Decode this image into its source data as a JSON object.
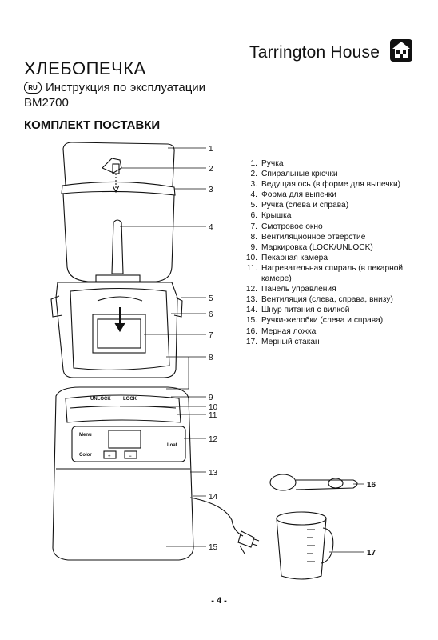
{
  "header": {
    "brand": "Tarrington House",
    "logo_icon": "house-logo-icon"
  },
  "title": "ХЛЕБОПЕЧКА",
  "language_badge": "RU",
  "subtitle": "Инструкция по эксплуатации",
  "model": "BM2700",
  "section_title": "КОМПЛЕКТ ПОСТАВКИ",
  "parts": [
    {
      "num": "1.",
      "text": "Ручка"
    },
    {
      "num": "2.",
      "text": "Спиральные крючки"
    },
    {
      "num": "3.",
      "text": "Ведущая ось (в форме для выпечки)"
    },
    {
      "num": "4.",
      "text": "Форма для выпечки"
    },
    {
      "num": "5.",
      "text": "Ручка (слева и справа)"
    },
    {
      "num": "6.",
      "text": "Крышка"
    },
    {
      "num": "7.",
      "text": "Смотровое окно"
    },
    {
      "num": "8.",
      "text": "Вентиляционное отверстие"
    },
    {
      "num": "9.",
      "text": "Маркировка (LOCK/UNLOCK)"
    },
    {
      "num": "10.",
      "text": "Пекарная камера"
    },
    {
      "num": "11.",
      "text": "Нагревательная спираль (в пекарной камере)"
    },
    {
      "num": "12.",
      "text": "Панель управления"
    },
    {
      "num": "13.",
      "text": "Вентиляция (слева, справа, внизу)"
    },
    {
      "num": "14.",
      "text": "Шнур питания с вилкой"
    },
    {
      "num": "15.",
      "text": "Ручки-желобки (слева и справа)"
    },
    {
      "num": "16.",
      "text": "Мерная ложка"
    },
    {
      "num": "17.",
      "text": "Мерный стакан"
    }
  ],
  "callouts": [
    "1",
    "2",
    "3",
    "4",
    "5",
    "6",
    "7",
    "8",
    "9",
    "10",
    "11",
    "12",
    "13",
    "14",
    "15",
    "16",
    "17"
  ],
  "diagram_labels": {
    "unlock": "UNLOCK",
    "lock": "LOCK",
    "menu": "Menu",
    "color": "Color",
    "loaf": "Loaf",
    "plus": "+",
    "minus": "−"
  },
  "page_number": "- 4 -"
}
